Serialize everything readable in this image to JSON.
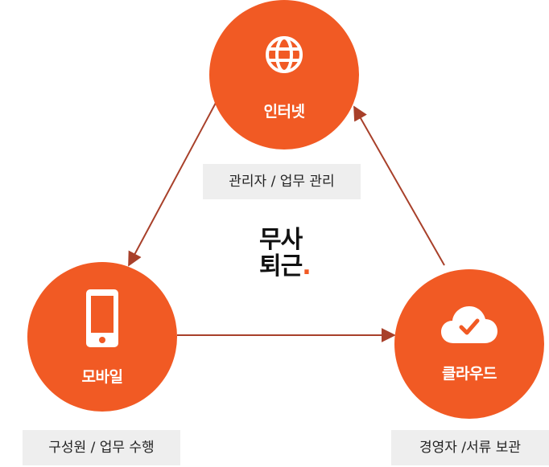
{
  "nodes": {
    "internet": {
      "label": "인터넷",
      "caption": "관리자 / 업무 관리",
      "icon": "globe-icon"
    },
    "mobile": {
      "label": "모바일",
      "caption": "구성원 / 업무 수행",
      "icon": "smartphone-icon"
    },
    "cloud": {
      "label": "클라우드",
      "caption": "경영자 /서류 보관",
      "icon": "cloud-check-icon"
    }
  },
  "logo": {
    "line1": "무사",
    "line2": "퇴근",
    "dot": "."
  },
  "colors": {
    "accent": "#f15a24",
    "arrow": "#a8402a",
    "caption_bg": "#eeeeee"
  },
  "edges": [
    {
      "from": "internet",
      "to": "mobile"
    },
    {
      "from": "mobile",
      "to": "cloud"
    },
    {
      "from": "cloud",
      "to": "internet"
    }
  ]
}
